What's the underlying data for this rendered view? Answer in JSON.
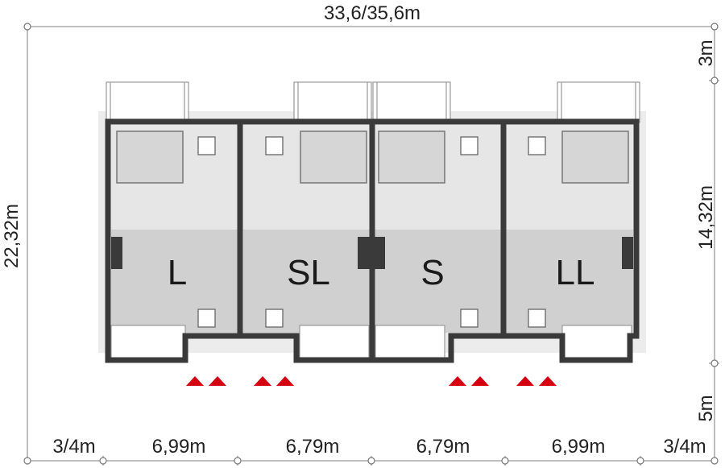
{
  "dimensions": {
    "total_width": "33,6/35,6m",
    "total_depth": "22,32m",
    "setback_back": "3m",
    "building_depth": "14,32m",
    "setback_front": "5m",
    "setback_left": "3/4m",
    "setback_right": "3/4m",
    "unit_widths": [
      "6,99m",
      "6,79m",
      "6,79m",
      "6,99m"
    ]
  },
  "units": [
    {
      "label": "L"
    },
    {
      "label": "SL"
    },
    {
      "label": "S"
    },
    {
      "label": "LL"
    }
  ],
  "colors": {
    "wall": "#3a3a3a",
    "floor_light": "#e6e6e6",
    "floor_dark": "#d0d0d0",
    "entry_marker": "#d40012"
  }
}
